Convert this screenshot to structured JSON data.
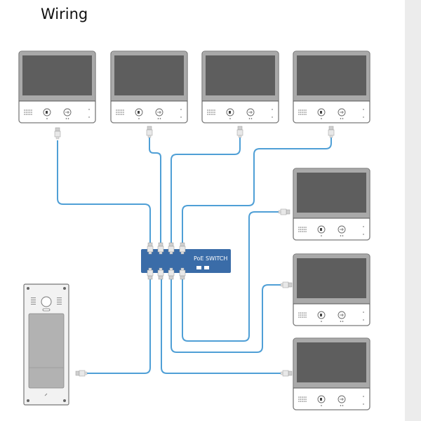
{
  "title": "Wiring",
  "switch": {
    "label": "PoE SWITCH",
    "color": "#3a6ca8",
    "port_count": 8,
    "uplink_count": 2
  },
  "cable_color": "#4f9fd6",
  "devices": {
    "monitors": [
      {
        "id": "monitor-1",
        "position": "top-1"
      },
      {
        "id": "monitor-2",
        "position": "top-2"
      },
      {
        "id": "monitor-3",
        "position": "top-3"
      },
      {
        "id": "monitor-4",
        "position": "top-4"
      },
      {
        "id": "monitor-5",
        "position": "right-1"
      },
      {
        "id": "monitor-6",
        "position": "right-2"
      },
      {
        "id": "monitor-7",
        "position": "right-3"
      }
    ],
    "door_station": {
      "id": "outdoor-station"
    }
  }
}
